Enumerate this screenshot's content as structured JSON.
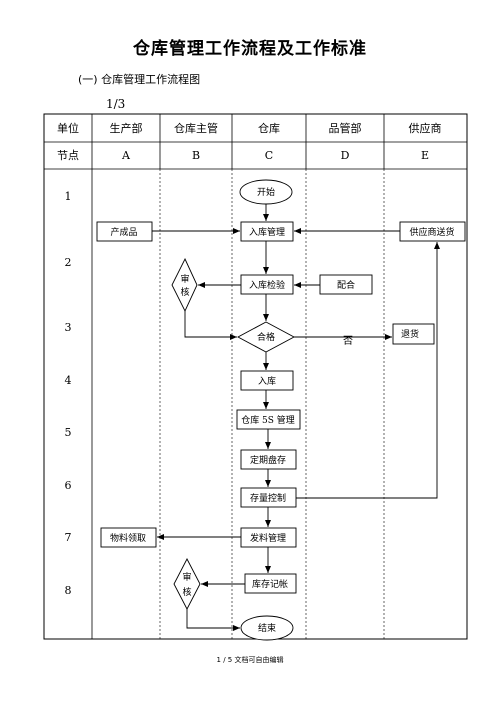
{
  "document": {
    "title": "仓库管理工作流程及工作标准",
    "subtitle": "(一) 仓库管理工作流程图",
    "page_indicator": "1/3",
    "footer": "1 / 5 文档可自由编辑"
  },
  "table": {
    "header_unit": "单位",
    "header_node": "节点",
    "columns": [
      {
        "name": "生产部",
        "node": "A"
      },
      {
        "name": "仓库主管",
        "node": "B"
      },
      {
        "name": "仓库",
        "node": "C"
      },
      {
        "name": "品管部",
        "node": "D"
      },
      {
        "name": "供应商",
        "node": "E"
      }
    ],
    "row_numbers": [
      "1",
      "2",
      "3",
      "4",
      "5",
      "6",
      "7",
      "8"
    ]
  },
  "flow": {
    "start": "开始",
    "produce": "产成品",
    "inbound_mgmt": "入库管理",
    "supplier_delivery": "供应商送货",
    "review1_a": "审",
    "review1_b": "核",
    "inbound_check": "入库检验",
    "cooperate": "配合",
    "qualified": "合格",
    "no": "否",
    "return": "退货",
    "store_in": "入库",
    "mgmt_5s": "仓库 5S 管理",
    "inventory": "定期盘存",
    "stock_control": "存量控制",
    "material_pick": "物料领取",
    "issue_mgmt": "发料管理",
    "review2_a": "审",
    "review2_b": "核",
    "ledger": "库存记帐",
    "end": "结束"
  }
}
